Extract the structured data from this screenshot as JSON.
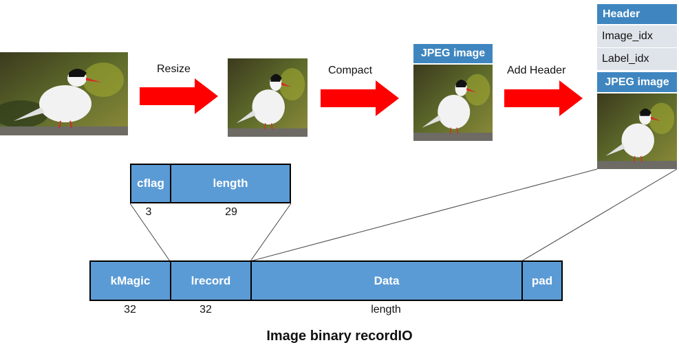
{
  "steps": {
    "resize": "Resize",
    "compact": "Compact",
    "add_header": "Add Header"
  },
  "jpeg_label": "JPEG image",
  "header_stack": {
    "header": "Header",
    "image_idx": "Image_idx",
    "label_idx": "Label_idx",
    "jpeg": "JPEG image"
  },
  "lrecord_detail": {
    "fields": [
      {
        "label": "cflag",
        "bits": "3"
      },
      {
        "label": "length",
        "bits": "29"
      }
    ]
  },
  "record": {
    "fields": [
      {
        "label": "kMagic",
        "bits": "32"
      },
      {
        "label": "lrecord",
        "bits": "32"
      },
      {
        "label": "Data",
        "bits": "length"
      },
      {
        "label": "pad",
        "bits": ""
      }
    ]
  },
  "caption": "Image binary recordIO",
  "colors": {
    "arrow": "#ff0000",
    "field_fill": "#5b9bd5",
    "label_fill": "#3f86c0",
    "header_grey": "#dfe3ea"
  }
}
